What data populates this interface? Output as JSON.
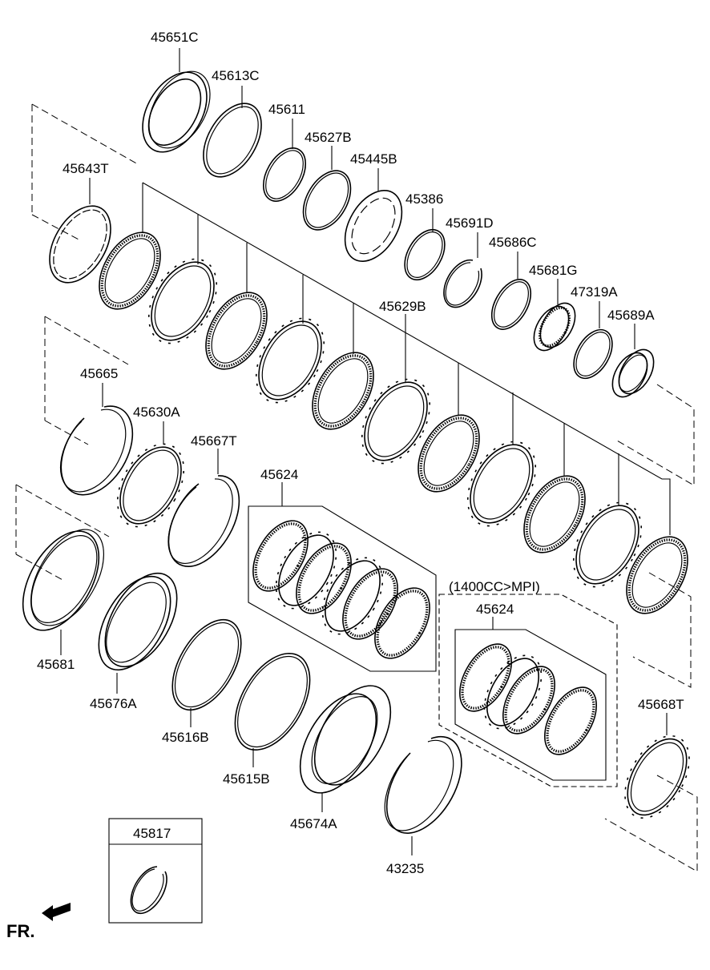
{
  "parts": {
    "p45651C": "45651C",
    "p45613C": "45613C",
    "p45611": "45611",
    "p45627B": "45627B",
    "p45445B": "45445B",
    "p45386": "45386",
    "p45691D": "45691D",
    "p45686C": "45686C",
    "p45681G": "45681G",
    "p47319A": "47319A",
    "p45689A": "45689A",
    "p45643T": "45643T",
    "p45629B": "45629B",
    "p45665": "45665",
    "p45630A": "45630A",
    "p45667T": "45667T",
    "p45624": "45624",
    "p45624_alt": "45624",
    "p45681": "45681",
    "p45676A": "45676A",
    "p45616B": "45616B",
    "p45615B": "45615B",
    "p45674A": "45674A",
    "p43235": "43235",
    "p45668T": "45668T",
    "p45817": "45817"
  },
  "variant_note": "(1400CC>MPI)",
  "direction_label": "FR."
}
